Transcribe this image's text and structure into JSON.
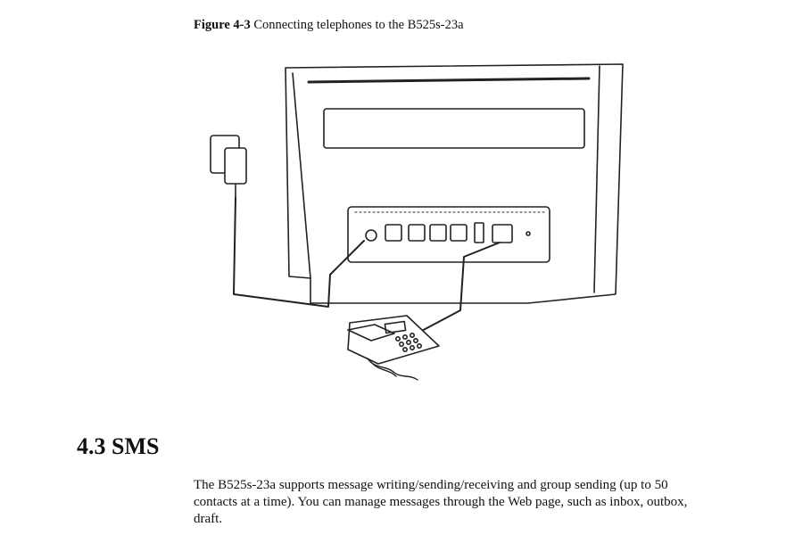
{
  "figure": {
    "label": "Figure 4-3",
    "caption": "Connecting telephones to the B525s-23a"
  },
  "section": {
    "number": "4.3",
    "title": "SMS"
  },
  "paragraph": {
    "line1": "The B525s-23a supports message writing/sending/receiving and group sending (up to 50",
    "line2": "contacts at a time). You can manage messages through the Web page, such as inbox, outbox,",
    "line3": "draft."
  }
}
